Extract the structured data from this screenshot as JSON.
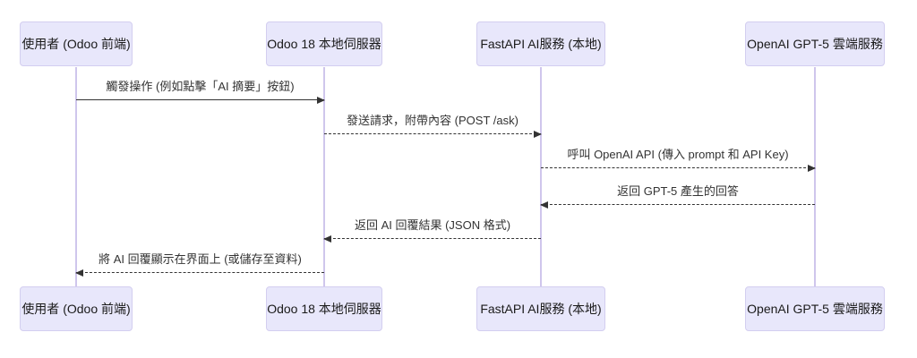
{
  "diagram": {
    "type": "sequence-diagram",
    "background": "#ffffff",
    "colors": {
      "actor_fill": "#E8E7FB",
      "actor_border": "#D3CEF0",
      "lifeline": "#CFC6EC",
      "message_line": "#333333",
      "text": "#333333"
    }
  },
  "participants": [
    {
      "id": "user",
      "label": "使用者 (Odoo 前端)"
    },
    {
      "id": "odoo",
      "label": "Odoo 18 本地伺服器"
    },
    {
      "id": "fastapi",
      "label": "FastAPI AI服務 (本地)"
    },
    {
      "id": "openai",
      "label": "OpenAI GPT-5 雲端服務"
    }
  ],
  "messages": [
    {
      "from": "user",
      "to": "odoo",
      "line": "solid",
      "direction": "right",
      "label": "觸發操作 (例如點擊「AI 摘要」按鈕)"
    },
    {
      "from": "odoo",
      "to": "fastapi",
      "line": "dashed",
      "direction": "right",
      "label": "發送請求，附帶內容 (POST /ask)"
    },
    {
      "from": "fastapi",
      "to": "openai",
      "line": "dashed",
      "direction": "right",
      "label": "呼叫 OpenAI API (傳入 prompt 和 API Key)"
    },
    {
      "from": "openai",
      "to": "fastapi",
      "line": "dashed",
      "direction": "left",
      "label": "返回 GPT-5 產生的回答"
    },
    {
      "from": "fastapi",
      "to": "odoo",
      "line": "dashed",
      "direction": "left",
      "label": "返回 AI 回覆結果 (JSON 格式)"
    },
    {
      "from": "odoo",
      "to": "user",
      "line": "dashed",
      "direction": "left",
      "label": "將 AI 回覆顯示在界面上 (或儲存至資料)"
    }
  ]
}
